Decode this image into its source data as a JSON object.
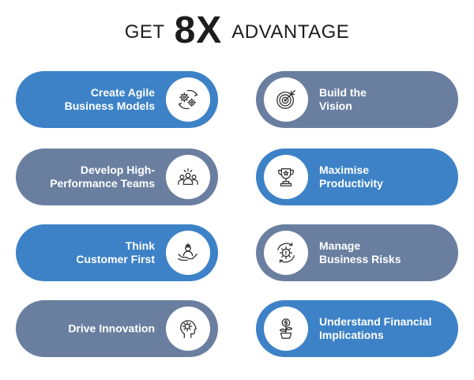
{
  "title": {
    "prefix": "GET",
    "highlight": "8X",
    "suffix": "ADVANTAGE"
  },
  "colors": {
    "blue": "#3d82c7",
    "slate": "#6a7fa0",
    "icon": "#333333"
  },
  "items": [
    {
      "label": "Create Agile\nBusiness Models",
      "icon": "gears-cycle-icon",
      "color": "blue"
    },
    {
      "label": "Build the\nVision",
      "icon": "target-icon",
      "color": "slate"
    },
    {
      "label": "Develop High-\nPerformance Teams",
      "icon": "team-icon",
      "color": "slate"
    },
    {
      "label": "Maximise\nProductivity",
      "icon": "trophy-icon",
      "color": "blue"
    },
    {
      "label": "Think\nCustomer First",
      "icon": "customer-icon",
      "color": "blue"
    },
    {
      "label": "Manage\nBusiness Risks",
      "icon": "risk-gear-icon",
      "color": "slate"
    },
    {
      "label": "Drive Innovation",
      "icon": "innovation-head-icon",
      "color": "slate"
    },
    {
      "label": "Understand Financial\nImplications",
      "icon": "money-plant-icon",
      "color": "blue"
    }
  ]
}
